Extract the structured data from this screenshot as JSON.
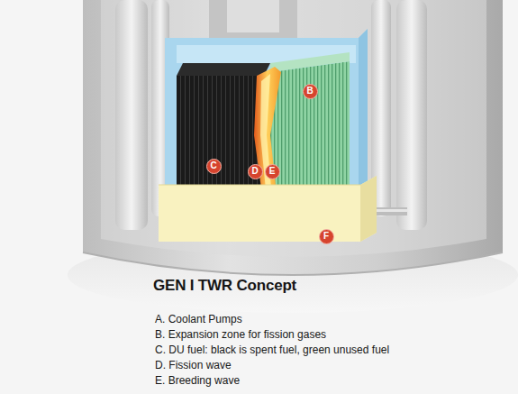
{
  "diagram": {
    "title": "GEN I TWR Concept",
    "nodes": [
      {
        "text": [
          "B"
        ]
      },
      {
        "text": [
          "C"
        ]
      },
      {
        "text": [
          "D"
        ]
      },
      {
        "text": [
          "E"
        ]
      },
      {
        "text": [
          "F"
        ]
      }
    ],
    "labels": [
      "A. Coolant Pumps",
      "B. Expansion zone for fission gases",
      "C. DU fuel: black is spent fuel, green unused fuel",
      "D. Fission wave",
      "E. Breeding wave"
    ]
  }
}
